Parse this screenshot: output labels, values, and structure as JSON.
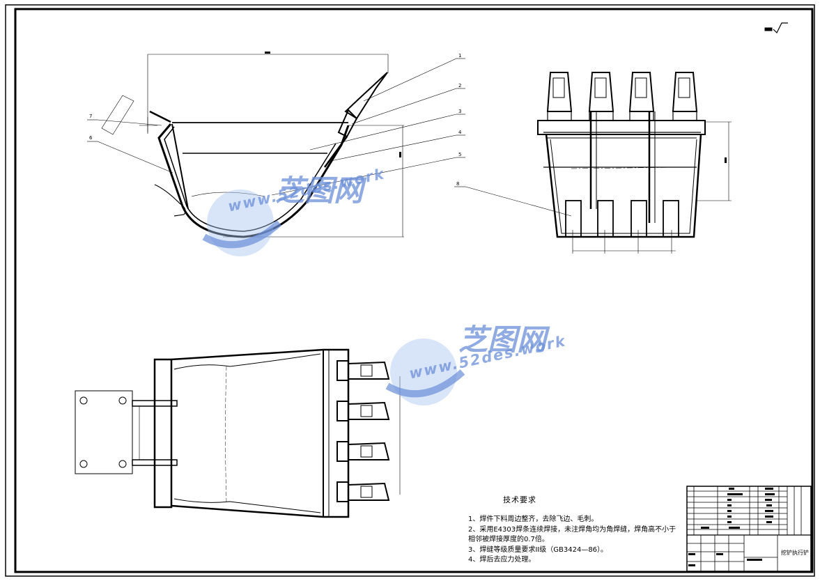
{
  "notes": {
    "title": "技术要求",
    "items": [
      "1、焊件下料周边整齐，去除飞边、毛刺。",
      "2、采用E4303焊条连续焊接，未注焊角均为角焊缝，焊角高不小于",
      "相邻被焊接厚度的0.7倍。",
      "3、焊缝等级质量要求II级（GB3424—86）。",
      "4、焊后去应力处理。"
    ]
  },
  "watermark": {
    "cn": "芝图网",
    "url": "www.52des.work"
  },
  "callouts": [
    "1",
    "2",
    "3",
    "4",
    "5",
    "6",
    "7",
    "8"
  ],
  "title_block": {
    "name": "挖铲执行铲"
  },
  "colors": {
    "line": "#000000",
    "watermark": "#6b8fd9",
    "watermark_globe": "#a9c3f0"
  }
}
